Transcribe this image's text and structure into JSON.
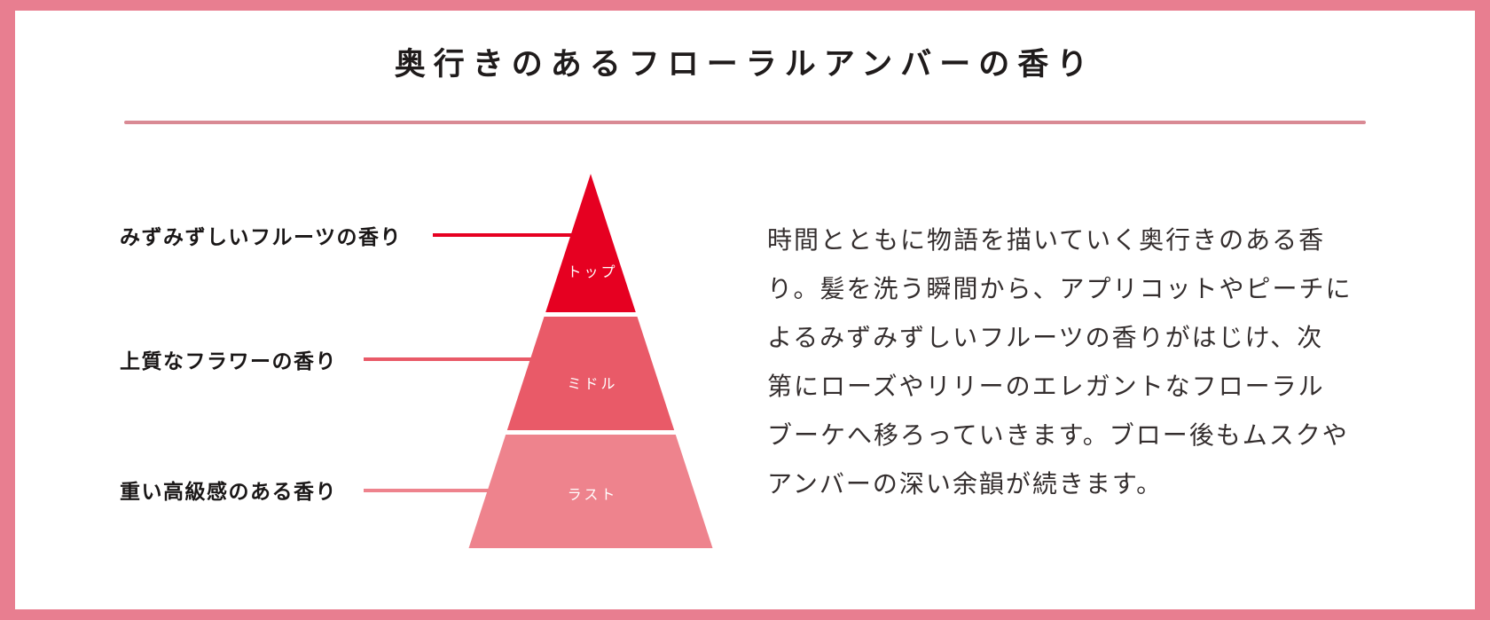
{
  "header": {
    "title": "奥行きのあるフローラルアンバーの香り"
  },
  "scent_pyramid": {
    "levels": [
      {
        "name": "トップ",
        "note": "みずみずしいフルーツの香り",
        "color": "#e60021"
      },
      {
        "name": "ミドル",
        "note": "上質なフラワーの香り",
        "color": "#e95a68"
      },
      {
        "name": "ラスト",
        "note": "重い高級感のある香り",
        "color": "#ee838d"
      }
    ]
  },
  "description": {
    "lines": [
      "時間とともに物語を描いていく奥行きのある香",
      "り。髪を洗う瞬間から、アプリコットやピーチに",
      "よるみずみずしいフルーツの香りがはじけ、次",
      "第にローズやリリーのエレガントなフローラル",
      "ブーケへ移ろっていきます。ブロー後もムスクや",
      "アンバーの深い余韻が続きます。"
    ]
  },
  "colors": {
    "frame_border": "#e87e90",
    "divider": "#d98a94",
    "body_text": "#342e2e",
    "label_text": "#1a1717"
  }
}
